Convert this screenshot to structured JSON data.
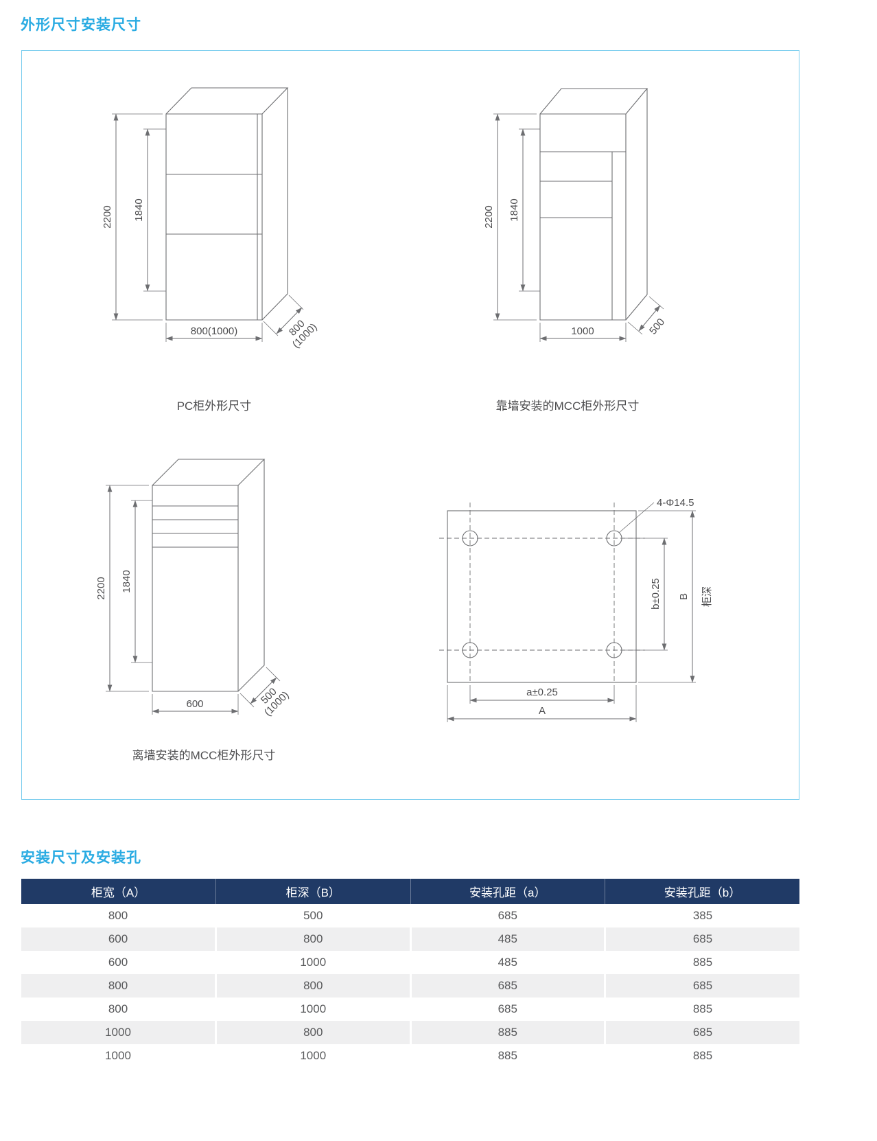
{
  "titles": {
    "section1": "外形尺寸安装尺寸",
    "section2": "安装尺寸及安装孔"
  },
  "diagrams": {
    "pc": {
      "caption": "PC柜外形尺寸",
      "height": "2200",
      "inner_height": "1840",
      "width": "800(1000)",
      "depth_line1": "800",
      "depth_line2": "(1000)"
    },
    "mcc_wall": {
      "caption": "靠墙安装的MCC柜外形尺寸",
      "height": "2200",
      "inner_height": "1840",
      "width": "1000",
      "depth": "500"
    },
    "mcc_free": {
      "caption": "离墙安装的MCC柜外形尺寸",
      "height": "2200",
      "inner_height": "1840",
      "width": "600",
      "depth_line1": "500",
      "depth_line2": "(1000)"
    },
    "holes": {
      "callout": "4-Φ14.5",
      "b_dim": "b±0.25",
      "B_label": "B",
      "depth_label": "柜深",
      "a_dim": "a±0.25",
      "A_label": "A"
    }
  },
  "table": {
    "headers": [
      "柜宽（A）",
      "柜深（B）",
      "安装孔距（a）",
      "安装孔距（b）"
    ],
    "rows": [
      [
        "800",
        "500",
        "685",
        "385"
      ],
      [
        "600",
        "800",
        "485",
        "685"
      ],
      [
        "600",
        "1000",
        "485",
        "885"
      ],
      [
        "800",
        "800",
        "685",
        "685"
      ],
      [
        "800",
        "1000",
        "685",
        "885"
      ],
      [
        "1000",
        "800",
        "885",
        "685"
      ],
      [
        "1000",
        "1000",
        "885",
        "885"
      ]
    ]
  },
  "colors": {
    "accent": "#29abe2",
    "table_header_bg": "#203a66",
    "row_alt": "#efeff0",
    "line": "#6d6e71"
  }
}
